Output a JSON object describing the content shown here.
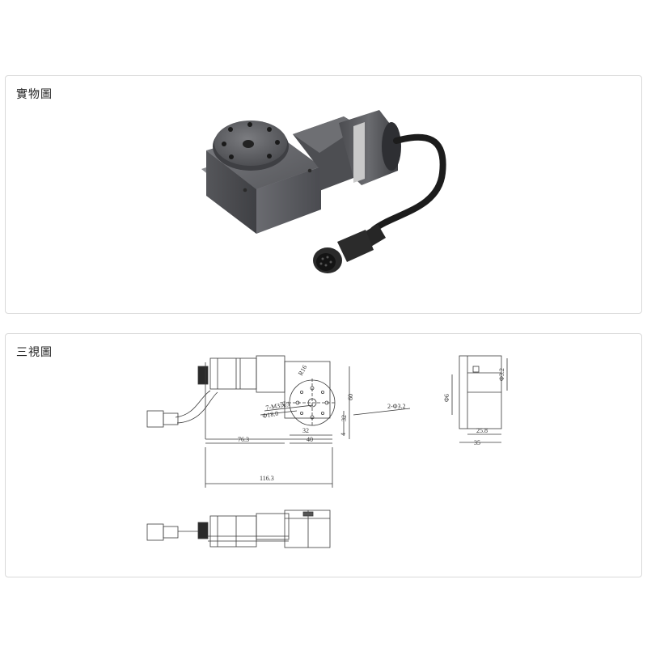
{
  "panels": {
    "photo": {
      "title": "實物圖"
    },
    "drawing": {
      "title": "三視圖"
    }
  },
  "drawing_labels": {
    "r16": "R16",
    "thread": "7-M3深5",
    "bore": "Φ18.0",
    "pcd": "2-Φ3.2",
    "d32_side": "32",
    "d60": "60",
    "d4": "4",
    "d32_bottom": "32",
    "d40": "40",
    "d76": "76.3",
    "d116": "116.3",
    "phi6": "Φ6",
    "phi32": "Φ3.2",
    "d25": "25.8",
    "d35": "35"
  },
  "colors": {
    "panel_border": "#d9d9d9",
    "line": "#3a3a3a",
    "body_metal": "#5c5d61",
    "body_metal_dark": "#3f4044",
    "cable": "#1c1c1c"
  }
}
